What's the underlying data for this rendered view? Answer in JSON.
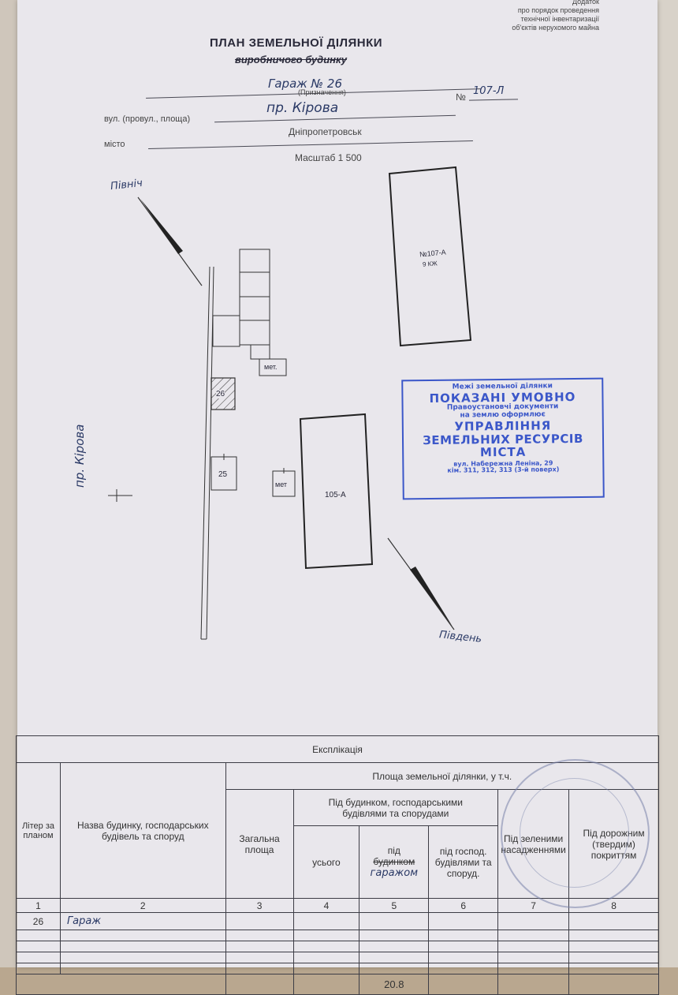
{
  "header_corner": [
    "Додаток",
    "про порядок проведення",
    "технічної інвентаризації",
    "об'єктів нерухомого майна"
  ],
  "title": "ПЛАН ЗЕМЕЛЬНОЇ ДІЛЯНКИ",
  "subtitle_struck": "виробничого будинку",
  "purpose_value": "Гараж № 26",
  "purpose_label": "(Призначення)",
  "number_label": "№",
  "number_value": "107-Л",
  "street_label": "вул. (провул., площа)",
  "street_value": "пр. Кірова",
  "city_label": "місто",
  "city_value": "Дніпропетровськ",
  "scale": "Масштаб 1 500",
  "plan": {
    "north": "Північ",
    "south": "Південь",
    "street": "пр. Кірова",
    "building_107": "№107-А",
    "building_107_sub": "9 КЖ",
    "building_105": "105-А",
    "garage_26": "26",
    "garage_25": "25",
    "met_top": "мет.",
    "met_bottom": "мет"
  },
  "stamp": {
    "line1": "Межі земельної ділянки",
    "line2": "ПОКАЗАНІ УМОВНО",
    "line3": "Правоустановчі документи",
    "line4": "на землю оформлює",
    "line5": "УПРАВЛІННЯ",
    "line6": "ЗЕМЕЛЬНИХ РЕСУРСІВ",
    "line7": "МІСТА",
    "line8": "вул. Набережна Леніна, 29",
    "line9": "кім. 311, 312, 313 (3-й поверх)"
  },
  "explication": {
    "title": "Експлікація",
    "area_header": "Площа земельної ділянки, у т.ч.",
    "col_liter": "Літер за планом",
    "col_name": "Назва будинку, господарських будівель та споруд",
    "col_total": "Загальна площа",
    "under_buildings": "Під будинком, господарськими будівлями та спорудами",
    "col_all": "усього",
    "col_under_prefix": "під",
    "col_under_struck": "будинком",
    "col_under_hand": "гаражом",
    "col_under_hh": "під господ. будівлями та споруд.",
    "col_green": "Під зеленими насадженнями",
    "col_road": "Під дорожним (твердим) покриттям",
    "nums": [
      "1",
      "2",
      "3",
      "4",
      "5",
      "6",
      "7",
      "8"
    ],
    "row_liter": "26",
    "row_name": "Гараж",
    "row_value": "20.8"
  }
}
